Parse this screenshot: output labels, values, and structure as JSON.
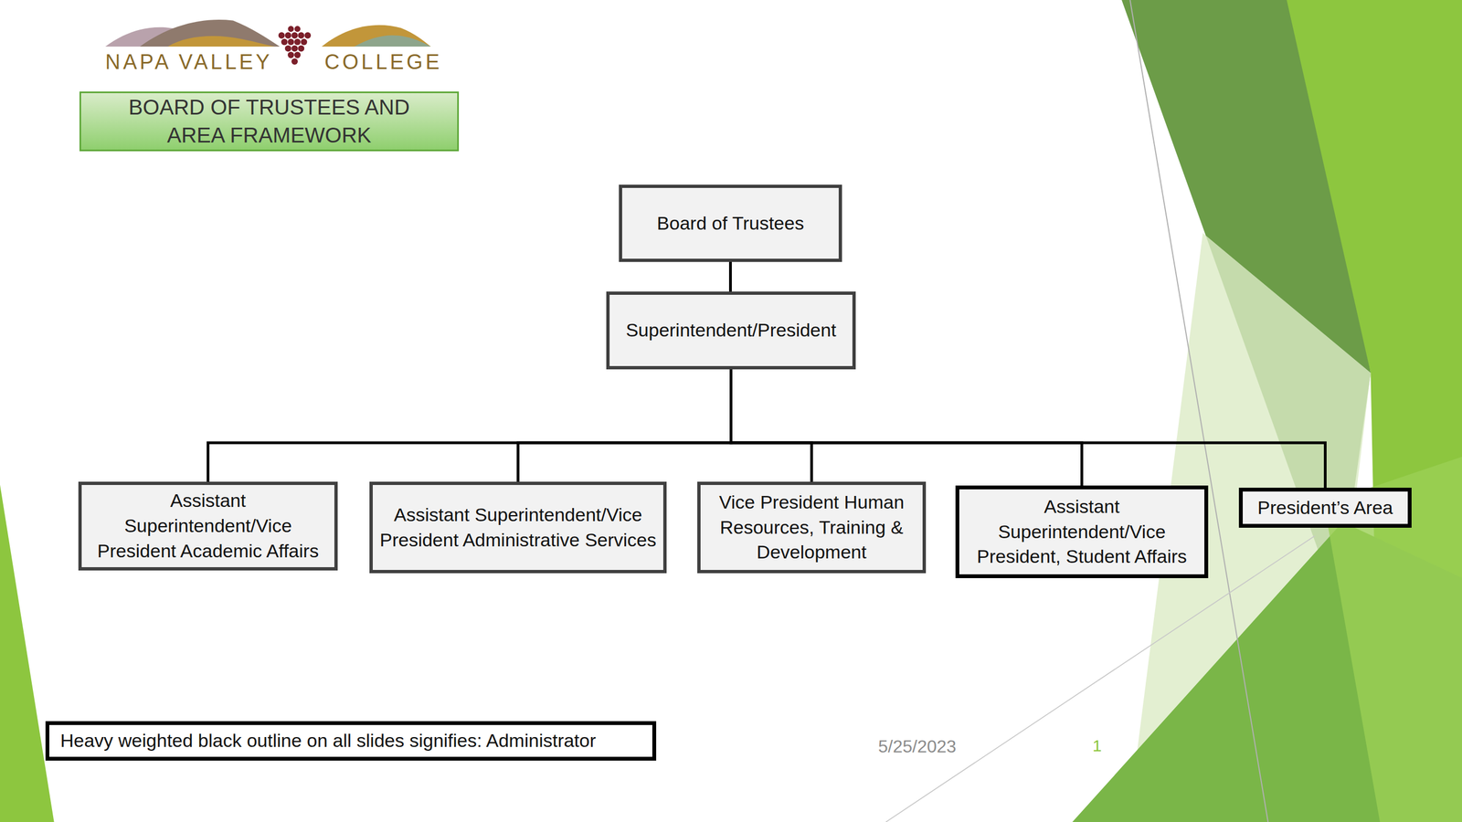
{
  "diagram": {
    "title": "BOARD OF TRUSTEES AND AREA FRAMEWORK",
    "nodes": [
      {
        "text": [
          "Board of Trustees"
        ]
      },
      {
        "text": [
          "Superintendent/President"
        ]
      },
      {
        "text": [
          "Assistant Superintendent/Vice President Academic Affairs"
        ]
      },
      {
        "text": [
          "Assistant Superintendent/Vice President Administrative Services"
        ]
      },
      {
        "text": [
          "Vice President Human Resources, Training & Development"
        ]
      },
      {
        "text": [
          "Assistant Superintendent/Vice President, Student Affairs"
        ]
      },
      {
        "text": [
          "President’s Area"
        ]
      },
      {
        "text": [
          "Heavy weighted black outline on all slides signifies: Administrator"
        ]
      }
    ],
    "edges": [
      {
        "from": 0,
        "to": 1,
        "arrow": "none"
      },
      {
        "from": 1,
        "to": 2,
        "arrow": "none"
      },
      {
        "from": 1,
        "to": 3,
        "arrow": "none"
      },
      {
        "from": 1,
        "to": 4,
        "arrow": "none"
      },
      {
        "from": 1,
        "to": 5,
        "arrow": "none"
      },
      {
        "from": 1,
        "to": 6,
        "arrow": "none"
      }
    ],
    "labels": [
      "NAPA VALLEY",
      "COLLEGE",
      "5/25/2023",
      "1"
    ]
  }
}
